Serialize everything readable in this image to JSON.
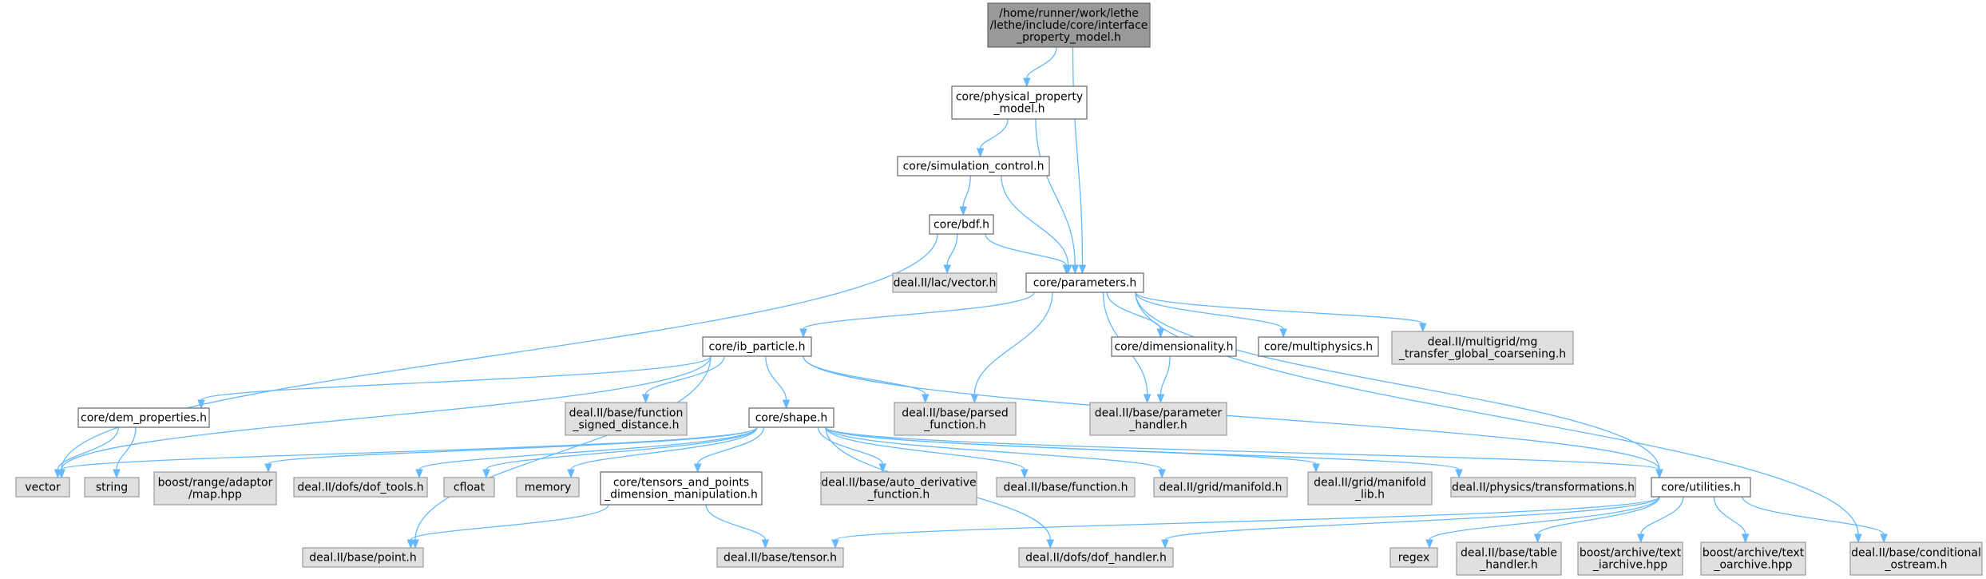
{
  "colors": {
    "root_fill": "#999999",
    "doc_fill": "#ffffff",
    "ext_fill": "#e0e0e0",
    "border_dark": "#666666",
    "border_ext": "#999999",
    "edge": "#63b8ff"
  },
  "nodes": [
    {
      "id": "root",
      "kind": "root",
      "lines": [
        "/home/runner/work/lethe",
        "/lethe/include/core/interface",
        "_property_model.h"
      ]
    },
    {
      "id": "physical_property_model",
      "kind": "doc",
      "lines": [
        "core/physical_property",
        "_model.h"
      ]
    },
    {
      "id": "simulation_control",
      "kind": "doc",
      "lines": [
        "core/simulation_control.h"
      ]
    },
    {
      "id": "bdf",
      "kind": "doc",
      "lines": [
        "core/bdf.h"
      ]
    },
    {
      "id": "lac_vector",
      "kind": "ext",
      "lines": [
        "deal.II/lac/vector.h"
      ]
    },
    {
      "id": "parameters",
      "kind": "doc",
      "lines": [
        "core/parameters.h"
      ]
    },
    {
      "id": "ib_particle",
      "kind": "doc",
      "lines": [
        "core/ib_particle.h"
      ]
    },
    {
      "id": "dimensionality",
      "kind": "doc",
      "lines": [
        "core/dimensionality.h"
      ]
    },
    {
      "id": "multiphysics",
      "kind": "doc",
      "lines": [
        "core/multiphysics.h"
      ]
    },
    {
      "id": "mg_transfer",
      "kind": "ext",
      "lines": [
        "deal.II/multigrid/mg",
        "_transfer_global_coarsening.h"
      ]
    },
    {
      "id": "dem_properties",
      "kind": "doc",
      "lines": [
        "core/dem_properties.h"
      ]
    },
    {
      "id": "function_signed_distance",
      "kind": "ext",
      "lines": [
        "deal.II/base/function",
        "_signed_distance.h"
      ]
    },
    {
      "id": "shape",
      "kind": "doc",
      "lines": [
        "core/shape.h"
      ]
    },
    {
      "id": "parsed_function",
      "kind": "ext",
      "lines": [
        "deal.II/base/parsed",
        "_function.h"
      ]
    },
    {
      "id": "parameter_handler",
      "kind": "ext",
      "lines": [
        "deal.II/base/parameter",
        "_handler.h"
      ]
    },
    {
      "id": "vector",
      "kind": "ext",
      "lines": [
        "vector"
      ]
    },
    {
      "id": "string",
      "kind": "ext",
      "lines": [
        "string"
      ]
    },
    {
      "id": "boost_map",
      "kind": "ext",
      "lines": [
        "boost/range/adaptor",
        "/map.hpp"
      ]
    },
    {
      "id": "dof_tools",
      "kind": "ext",
      "lines": [
        "deal.II/dofs/dof_tools.h"
      ]
    },
    {
      "id": "cfloat",
      "kind": "ext",
      "lines": [
        "cfloat"
      ]
    },
    {
      "id": "memory",
      "kind": "ext",
      "lines": [
        "memory"
      ]
    },
    {
      "id": "tensors_points",
      "kind": "doc",
      "lines": [
        "core/tensors_and_points",
        "_dimension_manipulation.h"
      ]
    },
    {
      "id": "auto_derivative",
      "kind": "ext",
      "lines": [
        "deal.II/base/auto_derivative",
        "_function.h"
      ]
    },
    {
      "id": "base_function",
      "kind": "ext",
      "lines": [
        "deal.II/base/function.h"
      ]
    },
    {
      "id": "grid_manifold",
      "kind": "ext",
      "lines": [
        "deal.II/grid/manifold.h"
      ]
    },
    {
      "id": "manifold_lib",
      "kind": "ext",
      "lines": [
        "deal.II/grid/manifold",
        "_lib.h"
      ]
    },
    {
      "id": "transformations",
      "kind": "ext",
      "lines": [
        "deal.II/physics/transformations.h"
      ]
    },
    {
      "id": "utilities",
      "kind": "doc",
      "lines": [
        "core/utilities.h"
      ]
    },
    {
      "id": "point",
      "kind": "ext",
      "lines": [
        "deal.II/base/point.h"
      ]
    },
    {
      "id": "tensor",
      "kind": "ext",
      "lines": [
        "deal.II/base/tensor.h"
      ]
    },
    {
      "id": "dof_handler",
      "kind": "ext",
      "lines": [
        "deal.II/dofs/dof_handler.h"
      ]
    },
    {
      "id": "regex",
      "kind": "ext",
      "lines": [
        "regex"
      ]
    },
    {
      "id": "table_handler",
      "kind": "ext",
      "lines": [
        "deal.II/base/table",
        "_handler.h"
      ]
    },
    {
      "id": "text_iarchive",
      "kind": "ext",
      "lines": [
        "boost/archive/text",
        "_iarchive.hpp"
      ]
    },
    {
      "id": "text_oarchive",
      "kind": "ext",
      "lines": [
        "boost/archive/text",
        "_oarchive.hpp"
      ]
    },
    {
      "id": "conditional_ostream",
      "kind": "ext",
      "lines": [
        "deal.II/base/conditional",
        "_ostream.h"
      ]
    }
  ],
  "edges": [
    [
      "root",
      "physical_property_model"
    ],
    [
      "root",
      "parameters"
    ],
    [
      "physical_property_model",
      "simulation_control"
    ],
    [
      "physical_property_model",
      "parameters"
    ],
    [
      "simulation_control",
      "bdf"
    ],
    [
      "simulation_control",
      "parameters"
    ],
    [
      "bdf",
      "lac_vector"
    ],
    [
      "bdf",
      "parameters"
    ],
    [
      "bdf",
      "vector"
    ],
    [
      "parameters",
      "ib_particle"
    ],
    [
      "parameters",
      "dimensionality"
    ],
    [
      "parameters",
      "multiphysics"
    ],
    [
      "parameters",
      "mg_transfer"
    ],
    [
      "parameters",
      "parsed_function"
    ],
    [
      "parameters",
      "parameter_handler"
    ],
    [
      "parameters",
      "utilities"
    ],
    [
      "parameters",
      "conditional_ostream"
    ],
    [
      "dimensionality",
      "parameter_handler"
    ],
    [
      "ib_particle",
      "dem_properties"
    ],
    [
      "ib_particle",
      "function_signed_distance"
    ],
    [
      "ib_particle",
      "shape"
    ],
    [
      "ib_particle",
      "parsed_function"
    ],
    [
      "ib_particle",
      "point"
    ],
    [
      "ib_particle",
      "vector"
    ],
    [
      "ib_particle",
      "utilities"
    ],
    [
      "dem_properties",
      "vector"
    ],
    [
      "dem_properties",
      "string"
    ],
    [
      "shape",
      "vector"
    ],
    [
      "shape",
      "boost_map"
    ],
    [
      "shape",
      "dof_tools"
    ],
    [
      "shape",
      "cfloat"
    ],
    [
      "shape",
      "memory"
    ],
    [
      "shape",
      "tensors_points"
    ],
    [
      "shape",
      "auto_derivative"
    ],
    [
      "shape",
      "base_function"
    ],
    [
      "shape",
      "grid_manifold"
    ],
    [
      "shape",
      "manifold_lib"
    ],
    [
      "shape",
      "transformations"
    ],
    [
      "shape",
      "utilities"
    ],
    [
      "shape",
      "dof_handler"
    ],
    [
      "tensors_points",
      "point"
    ],
    [
      "tensors_points",
      "tensor"
    ],
    [
      "utilities",
      "tensor"
    ],
    [
      "utilities",
      "dof_handler"
    ],
    [
      "utilities",
      "regex"
    ],
    [
      "utilities",
      "table_handler"
    ],
    [
      "utilities",
      "text_iarchive"
    ],
    [
      "utilities",
      "text_oarchive"
    ],
    [
      "utilities",
      "conditional_ostream"
    ]
  ]
}
